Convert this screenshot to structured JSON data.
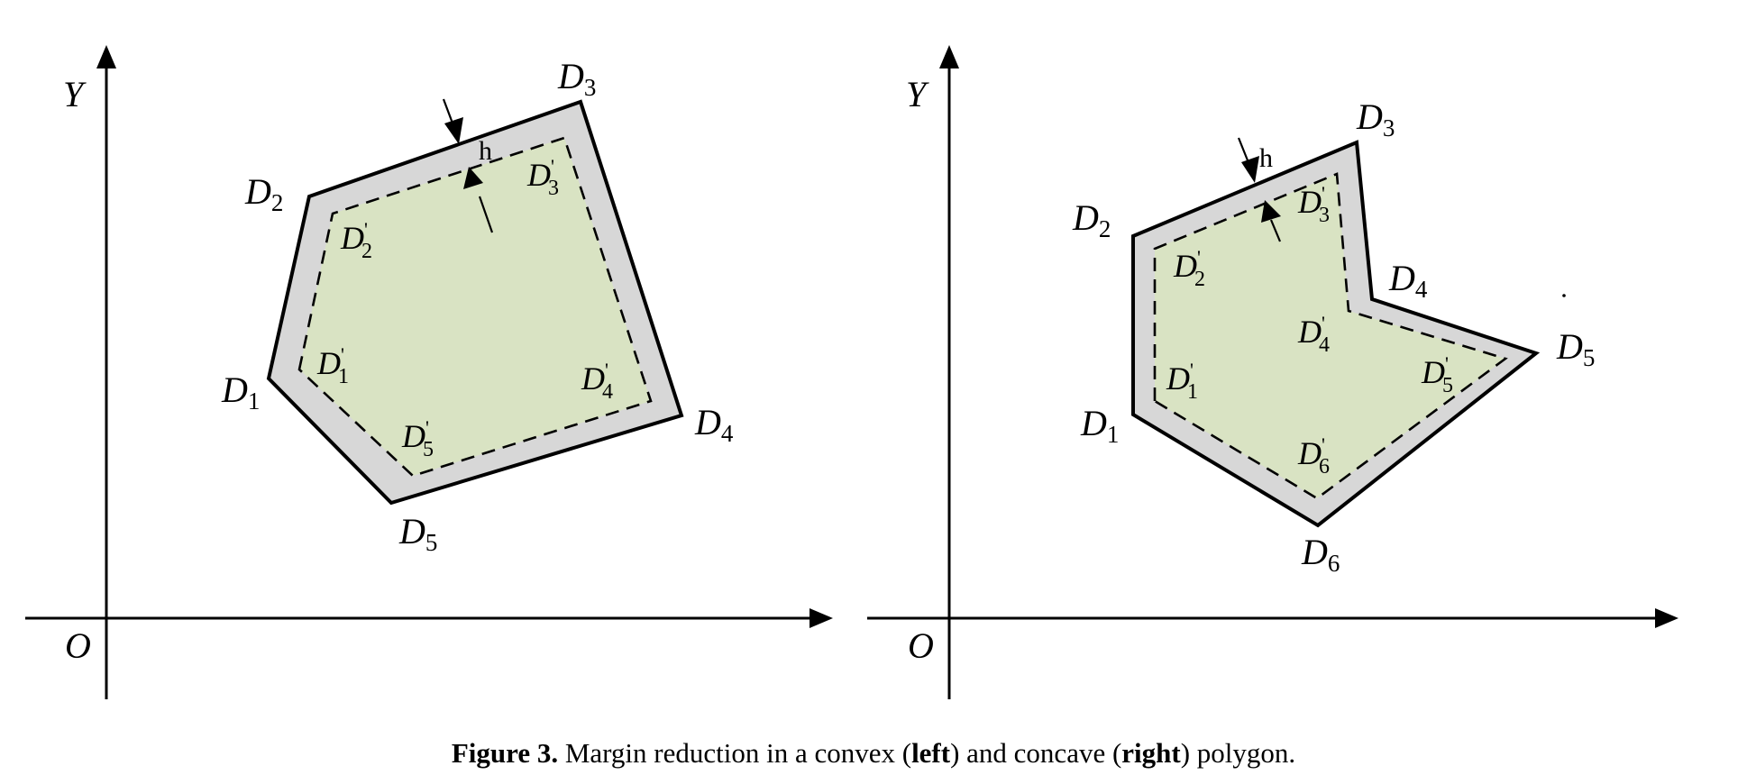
{
  "caption": {
    "label": "Figure 3.",
    "text_1": " Margin reduction in a convex (",
    "bold_left": "left",
    "text_2": ") and concave (",
    "bold_right": "right",
    "text_3": ") polygon."
  },
  "left_panel": {
    "axis_y_label": "Y",
    "axis_origin_label": "O",
    "margin_label": "h",
    "outer_vertices": [
      {
        "letter": "D",
        "index": "1"
      },
      {
        "letter": "D",
        "index": "2"
      },
      {
        "letter": "D",
        "index": "3"
      },
      {
        "letter": "D",
        "index": "4"
      },
      {
        "letter": "D",
        "index": "5"
      }
    ],
    "inner_vertices": [
      {
        "letter": "D",
        "prime": "'",
        "index": "1"
      },
      {
        "letter": "D",
        "prime": "'",
        "index": "2"
      },
      {
        "letter": "D",
        "prime": "'",
        "index": "3"
      },
      {
        "letter": "D",
        "prime": "'",
        "index": "4"
      },
      {
        "letter": "D",
        "prime": "'",
        "index": "5"
      }
    ]
  },
  "right_panel": {
    "axis_y_label": "Y",
    "axis_origin_label": "O",
    "margin_label": "h",
    "outer_vertices": [
      {
        "letter": "D",
        "index": "1"
      },
      {
        "letter": "D",
        "index": "2"
      },
      {
        "letter": "D",
        "index": "3"
      },
      {
        "letter": "D",
        "index": "4"
      },
      {
        "letter": "D",
        "index": "5"
      },
      {
        "letter": "D",
        "index": "6"
      }
    ],
    "inner_vertices": [
      {
        "letter": "D",
        "prime": "'",
        "index": "1"
      },
      {
        "letter": "D",
        "prime": "'",
        "index": "2"
      },
      {
        "letter": "D",
        "prime": "'",
        "index": "3"
      },
      {
        "letter": "D",
        "prime": "'",
        "index": "4"
      },
      {
        "letter": "D",
        "prime": "'",
        "index": "5"
      },
      {
        "letter": "D",
        "prime": "'",
        "index": "6"
      }
    ]
  },
  "colors": {
    "margin_fill": "#d7d7d7",
    "inner_fill": "#d9e3c3",
    "stroke": "#000000"
  }
}
